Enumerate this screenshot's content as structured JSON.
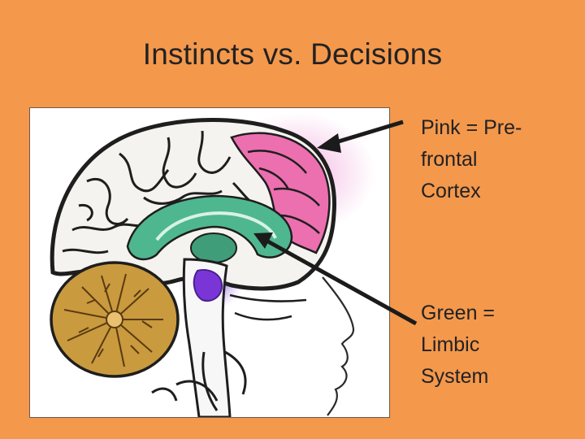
{
  "slide": {
    "title": "Instincts vs. Decisions",
    "labels": {
      "prefrontal": {
        "line1": "Pink = Pre-",
        "line2": "frontal",
        "line3": "Cortex"
      },
      "limbic": {
        "line1": "Green =",
        "line2": "Limbic",
        "line3": "System"
      }
    }
  },
  "colors": {
    "background": "#f4984c",
    "frame_border": "#6b5a48",
    "prefrontal_pink": "#ec6fb0",
    "limbic_green": "#4fb78f",
    "brainstem_purple": "#7a35d6",
    "cerebellum_gold": "#c99a3e",
    "arrow": "#1b1b1b",
    "text": "#222222"
  },
  "icons": {
    "image": "brain-sagittal-illustration",
    "arrow": "pointer-arrow"
  }
}
